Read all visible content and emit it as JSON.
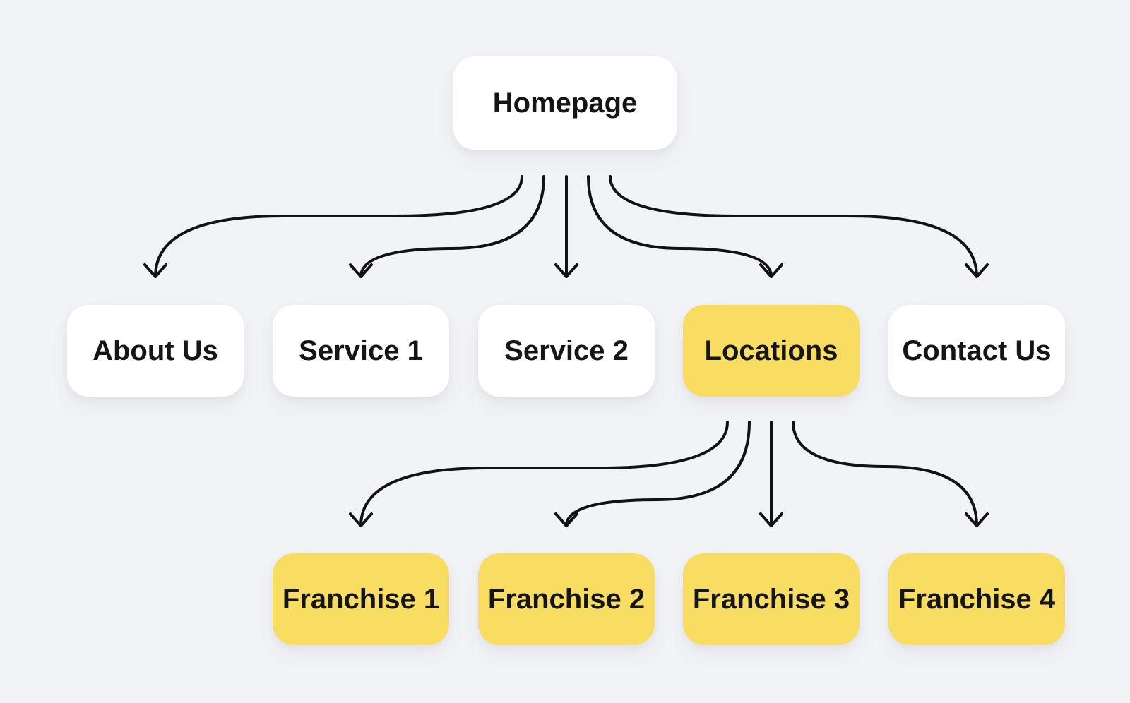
{
  "diagram": {
    "type": "sitemap-flowchart",
    "colors": {
      "background": "#f2f3f6",
      "node_white": "#ffffff",
      "node_yellow": "#f9dc62",
      "text": "#151515",
      "arrow": "#121212"
    },
    "nodes": {
      "homepage": {
        "label": "Homepage",
        "variant": "white",
        "level": 1
      },
      "about_us": {
        "label": "About Us",
        "variant": "white",
        "level": 2
      },
      "service_1": {
        "label": "Service 1",
        "variant": "white",
        "level": 2
      },
      "service_2": {
        "label": "Service 2",
        "variant": "white",
        "level": 2
      },
      "locations": {
        "label": "Locations",
        "variant": "yellow",
        "level": 2
      },
      "contact_us": {
        "label": "Contact Us",
        "variant": "white",
        "level": 2
      },
      "franchise_1": {
        "label": "Franchise 1",
        "variant": "yellow",
        "level": 3
      },
      "franchise_2": {
        "label": "Franchise 2",
        "variant": "yellow",
        "level": 3
      },
      "franchise_3": {
        "label": "Franchise 3",
        "variant": "yellow",
        "level": 3
      },
      "franchise_4": {
        "label": "Franchise 4",
        "variant": "yellow",
        "level": 3
      }
    },
    "edges": [
      {
        "from": "homepage",
        "to": "about_us"
      },
      {
        "from": "homepage",
        "to": "service_1"
      },
      {
        "from": "homepage",
        "to": "service_2"
      },
      {
        "from": "homepage",
        "to": "locations"
      },
      {
        "from": "homepage",
        "to": "contact_us"
      },
      {
        "from": "locations",
        "to": "franchise_1"
      },
      {
        "from": "locations",
        "to": "franchise_2"
      },
      {
        "from": "locations",
        "to": "franchise_3"
      },
      {
        "from": "locations",
        "to": "franchise_4"
      }
    ]
  }
}
